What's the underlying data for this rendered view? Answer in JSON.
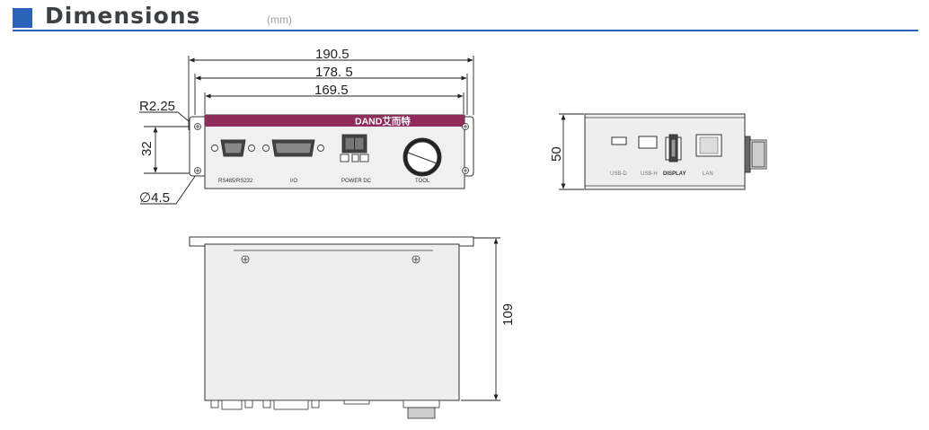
{
  "header": {
    "title": "Dimensions",
    "unit": "(mm)",
    "accent_color": "#2a63b8"
  },
  "front_view": {
    "dim_overall_width": "190.5",
    "dim_mounting_width": "178. 5",
    "dim_body_width": "169.5",
    "dim_radius": "R2.25",
    "dim_height": "32",
    "dim_hole": "∅4.5",
    "brand_logo": "DAND艾而特",
    "brand_color": "#8f2c5c",
    "ports": [
      "RS485/RS232",
      "I/O",
      "POWER DC",
      "TOOL"
    ]
  },
  "side_view": {
    "dim_height": "50",
    "ports": [
      "USB-D",
      "USB-H",
      "DISPLAY",
      "LAN"
    ]
  },
  "top_view": {
    "dim_depth": "109"
  }
}
